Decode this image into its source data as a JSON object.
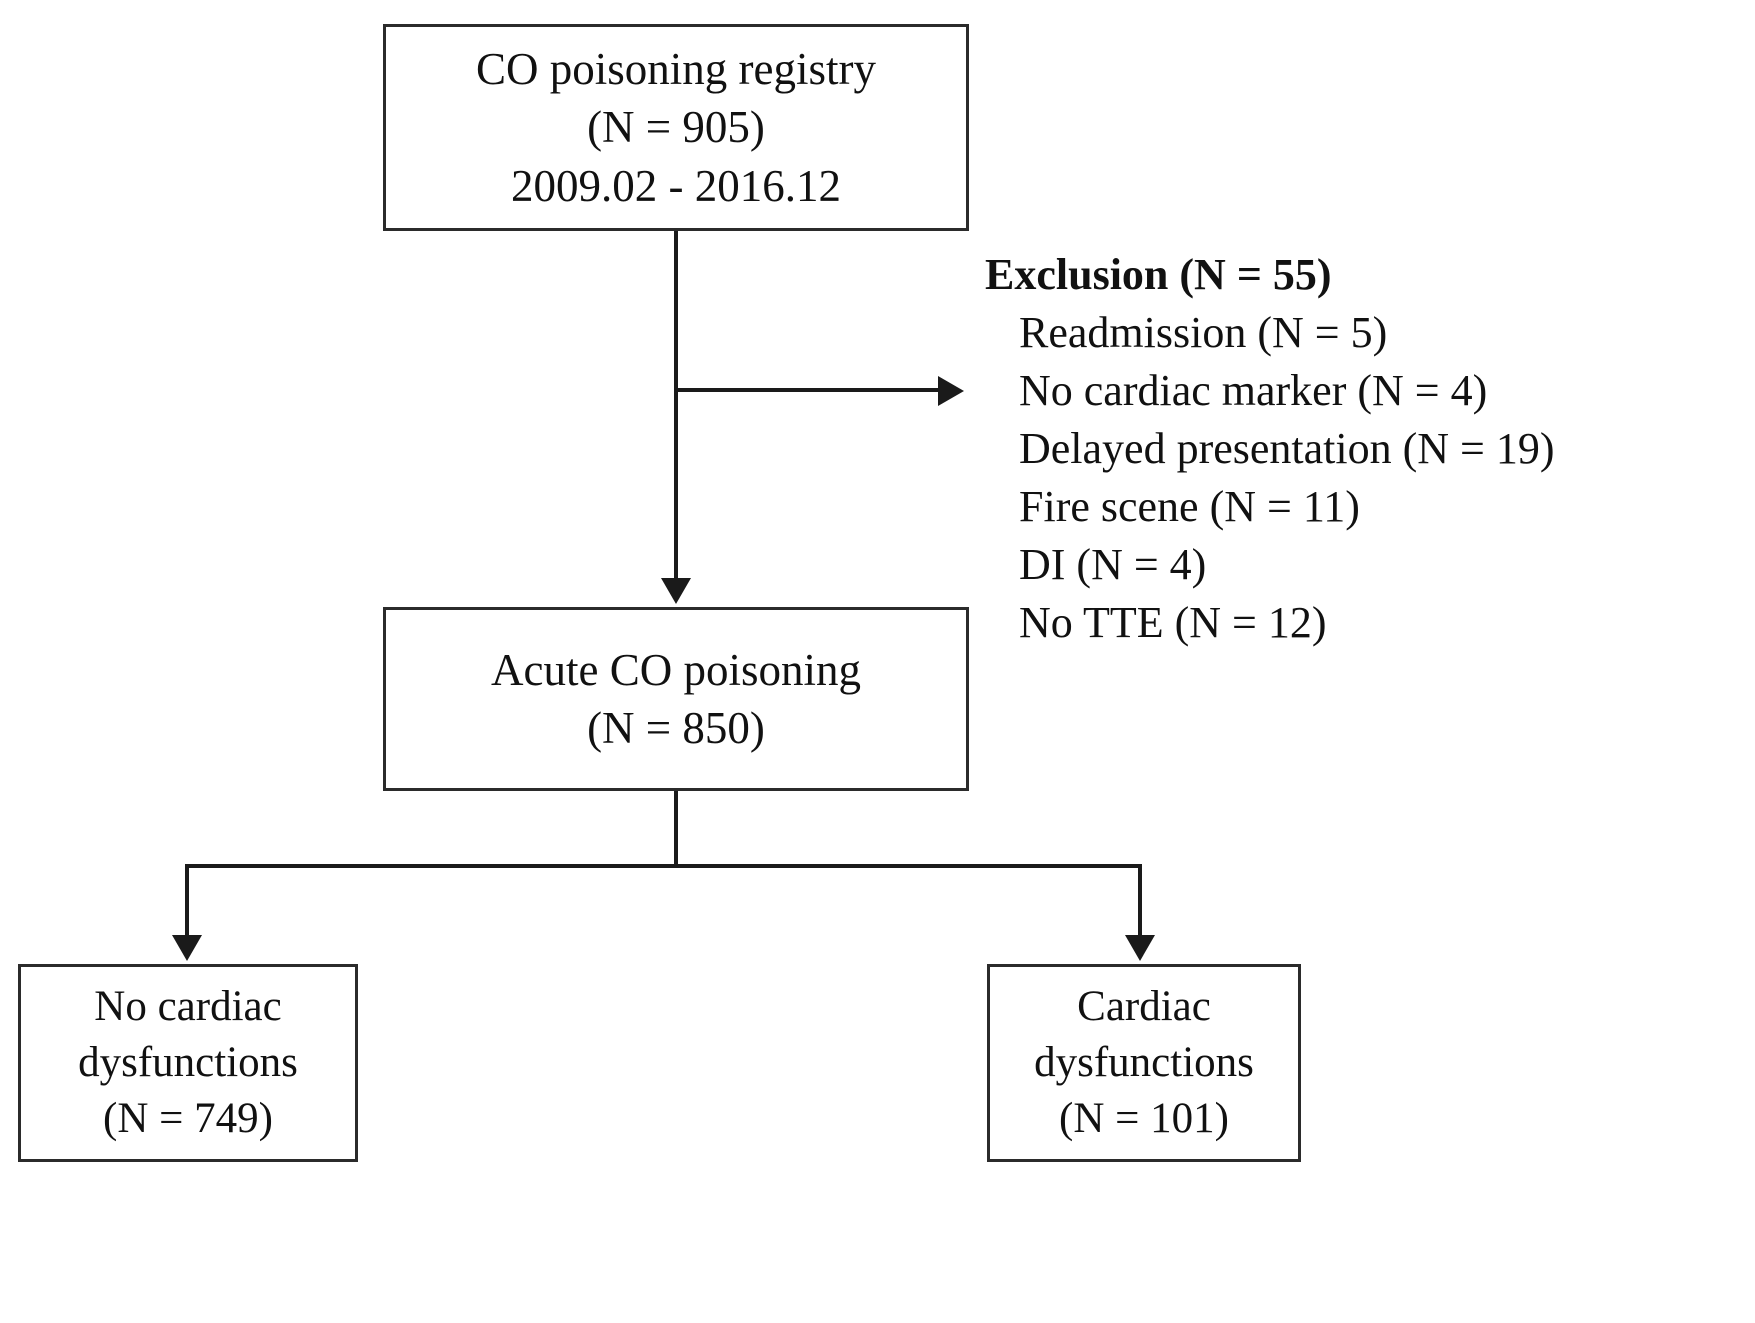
{
  "figure": {
    "type": "flowchart",
    "orientation": "top-down"
  },
  "nodes": {
    "registry": {
      "line1": "CO poisoning registry",
      "line2": "(N = 905)",
      "line3": "2009.02 - 2016.12"
    },
    "acute": {
      "line1": "Acute CO poisoning",
      "line2": "(N = 850)"
    },
    "no_dysfunction": {
      "line1": "No cardiac",
      "line2": "dysfunctions",
      "line3": "(N = 749)"
    },
    "dysfunction": {
      "line1": "Cardiac",
      "line2": "dysfunctions",
      "line3": "(N = 101)"
    }
  },
  "exclusion": {
    "title": "Exclusion (N = 55)",
    "items": [
      "Readmission (N = 5)",
      "No cardiac marker (N = 4)",
      "Delayed presentation (N = 19)",
      "Fire scene (N = 11)",
      "DI (N = 4)",
      "No TTE (N = 12)"
    ]
  },
  "colors": {
    "box_border": "#2b2b2b",
    "connector": "#1a1a1a",
    "background": "#ffffff",
    "text": "#111111"
  }
}
